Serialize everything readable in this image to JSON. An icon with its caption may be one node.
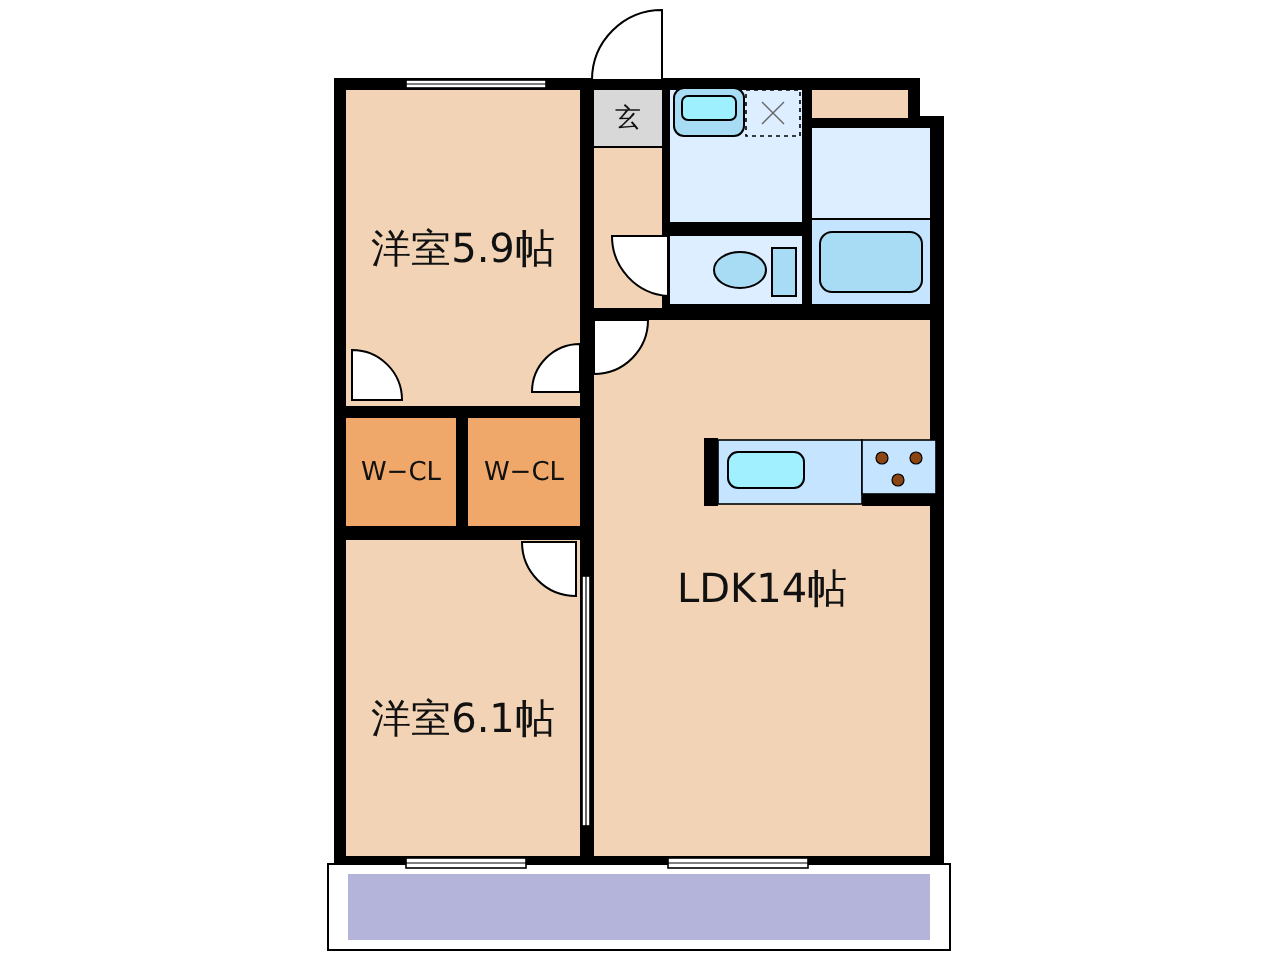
{
  "diagram": {
    "nodes": [
      {
        "text": [
          "洋室5.9帖"
        ]
      },
      {
        "text": [
          "玄"
        ]
      },
      {
        "text": [],
        "shape": "box"
      },
      {
        "text": [],
        "shape": "box"
      },
      {
        "text": [],
        "shape": "box"
      },
      {
        "text": [],
        "shape": "box"
      },
      {
        "text": [],
        "shape": "box"
      },
      {
        "text": [
          "W−CL"
        ]
      },
      {
        "text": [
          "W−CL"
        ]
      },
      {
        "text": [
          "LDK14帖"
        ]
      },
      {
        "text": [
          "洋室6.1帖"
        ]
      },
      {
        "text": [],
        "shape": "box"
      }
    ]
  }
}
